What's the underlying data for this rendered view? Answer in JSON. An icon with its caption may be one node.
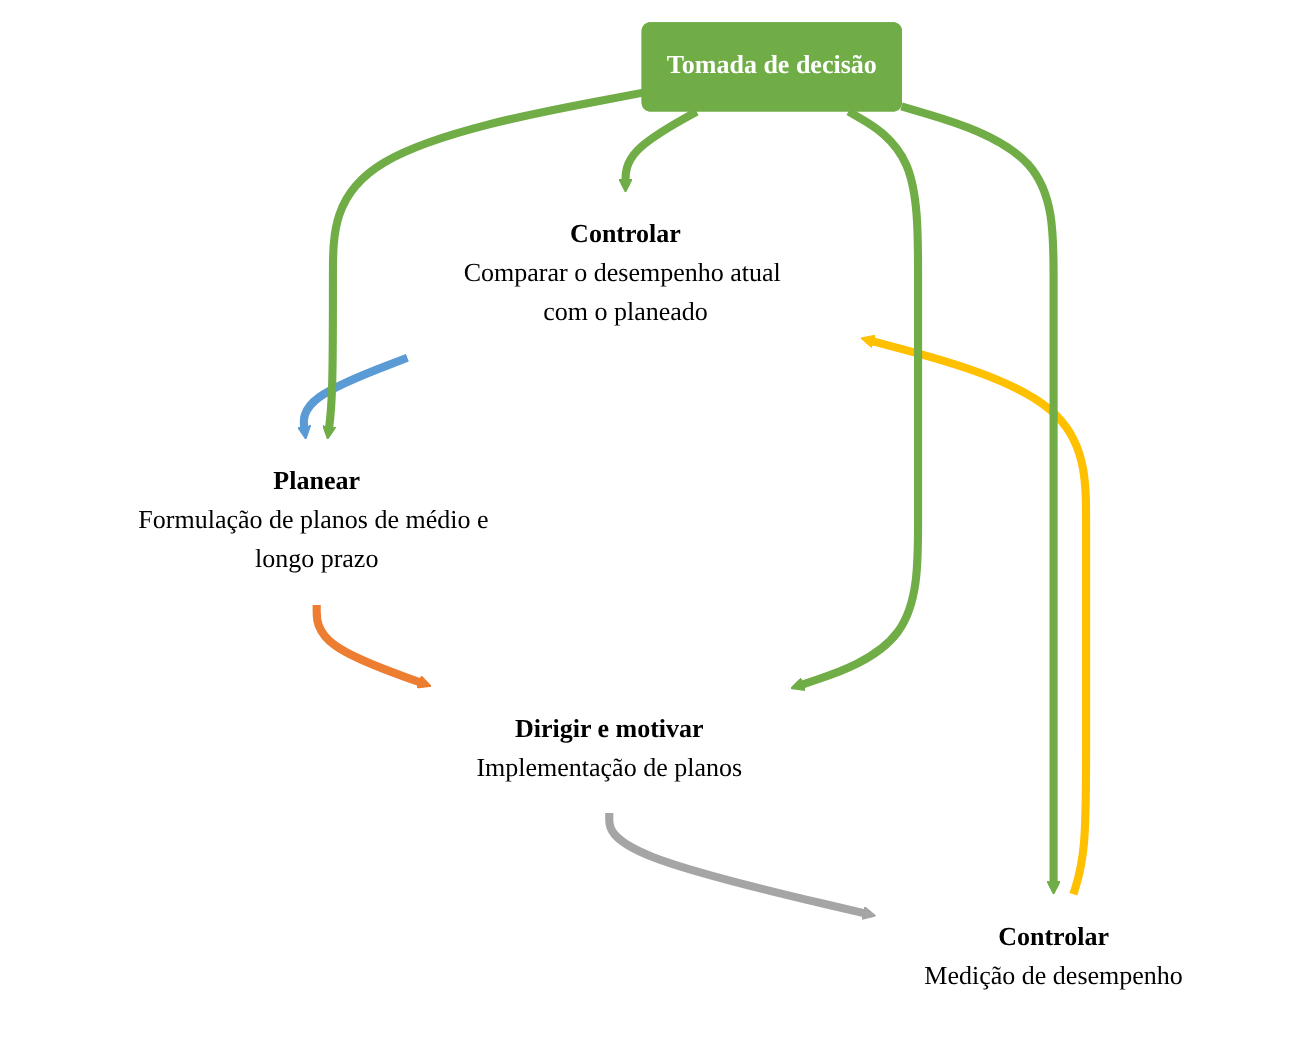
{
  "diagram": {
    "nodes": [
      {
        "text": [
          "Controlar",
          "Comparar o desempenho atual com o planeado"
        ]
      },
      {
        "text": [
          "Planear",
          "Formulação de planos de médio e longo prazo"
        ]
      },
      {
        "text": [
          "Tomada de decisão"
        ]
      },
      {
        "text": [
          "Controlar",
          "Medição de desempenho"
        ]
      },
      {
        "text": [
          "Dirigir e motivar",
          "Implementação de planos"
        ]
      }
    ],
    "edges": [
      {
        "from": 0,
        "to": 1,
        "arrow": "to",
        "color": "#5b9bd5"
      },
      {
        "from": 1,
        "to": 4,
        "arrow": "to",
        "color": "#ed7d31"
      },
      {
        "from": 4,
        "to": 3,
        "arrow": "to",
        "color": "#a5a5a5"
      },
      {
        "from": 3,
        "to": 0,
        "arrow": "to",
        "color": "#ffc000"
      },
      {
        "from": 2,
        "to": 0,
        "arrow": "to"
      },
      {
        "from": 2,
        "to": 1,
        "arrow": "to"
      },
      {
        "from": 2,
        "to": 3,
        "arrow": "to"
      },
      {
        "from": 2,
        "to": 4,
        "arrow": "to"
      }
    ]
  }
}
